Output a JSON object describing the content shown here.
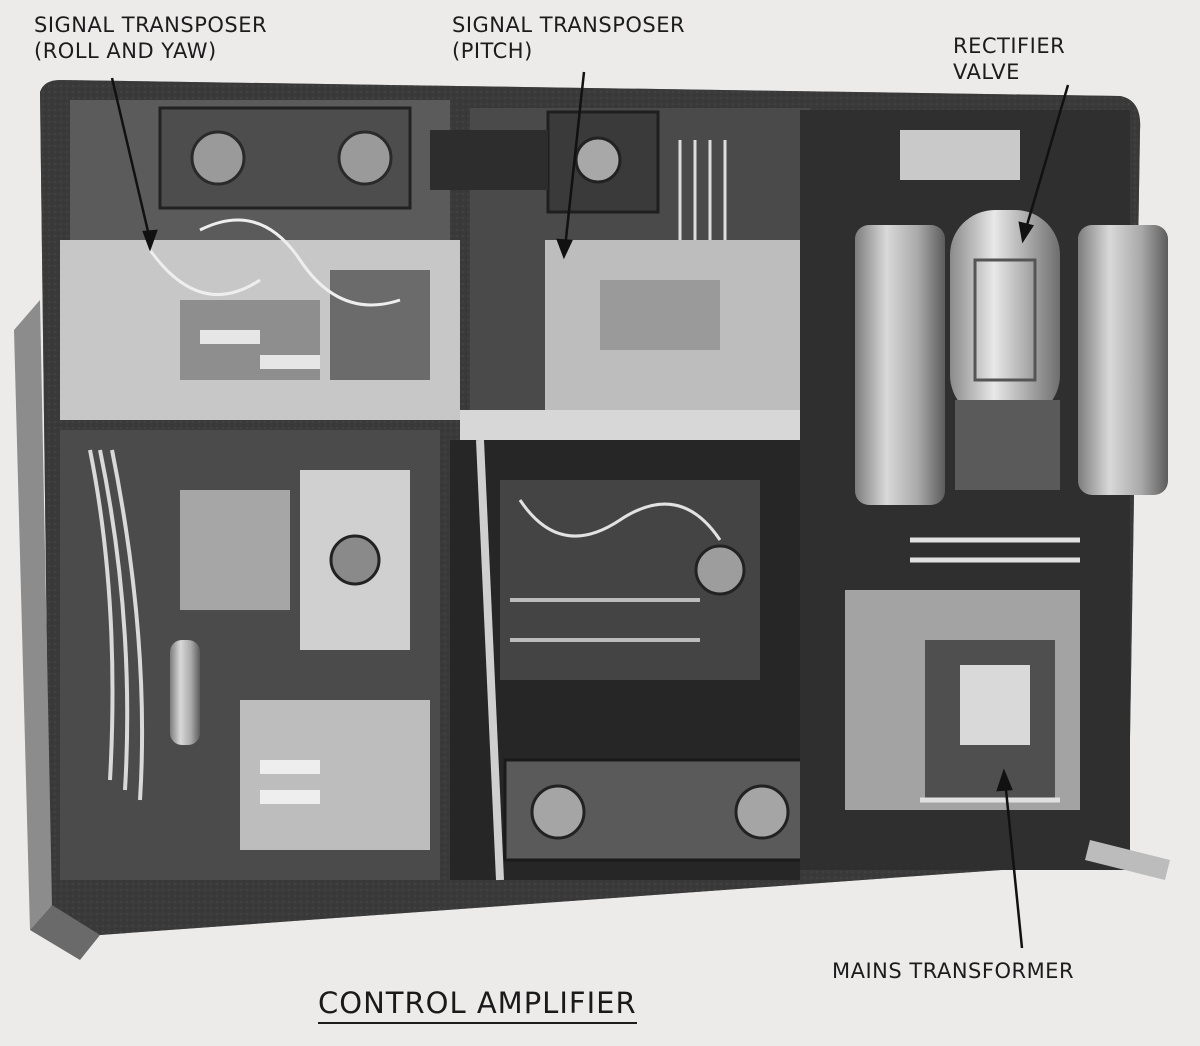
{
  "labels": {
    "roll_yaw": [
      "SIGNAL TRANSPOSER",
      "(ROLL AND YAW)"
    ],
    "pitch": [
      "SIGNAL TRANSPOSER",
      "(PITCH)"
    ],
    "rectifier": [
      "RECTIFIER",
      "VALVE"
    ],
    "mains": "MAINS TRANSFORMER"
  },
  "caption": "CONTROL AMPLIFIER"
}
